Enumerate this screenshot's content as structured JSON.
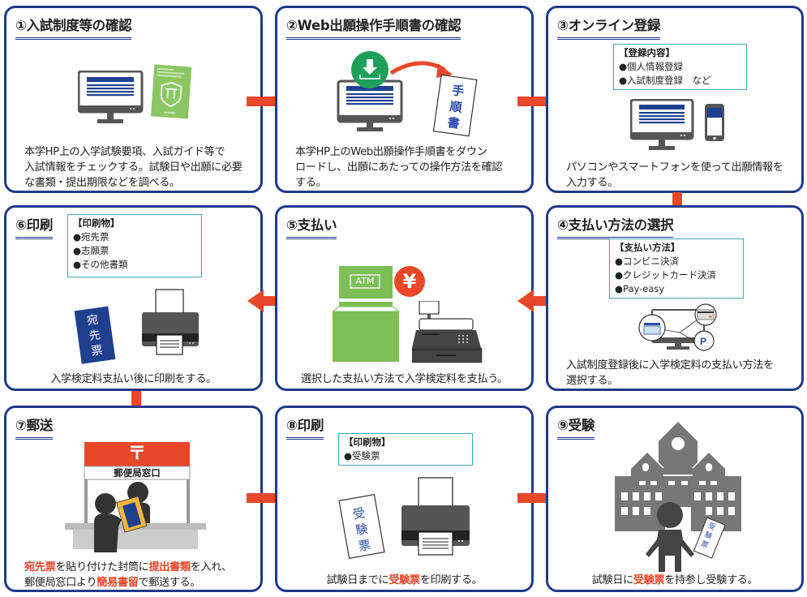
{
  "colors": {
    "border": "#1f3a8a",
    "arrow": "#e8472a",
    "highlight": "#e8472a",
    "infobox_border": "#3fa6b8",
    "screen_blue": "#1f3f8f",
    "device_gray": "#555555",
    "green": "#7dbf55",
    "download_green": "#1fa05a"
  },
  "steps": [
    {
      "number": "①",
      "title": "①入試制度等の確認",
      "description": "本学HP上の入学試験要項、入試ガイド等で入試情報をチェックする。試験日や出願に必要な書類・提出期限などを調べる。",
      "desc_lines": [
        "本学HP上の入学試験要項、入試ガイド等で",
        "入試情報をチェックする。試験日や出願に必要",
        "な書類・提出期限などを調べる。"
      ]
    },
    {
      "number": "②",
      "title": "②Web出願操作手順書の確認",
      "desc_lines": [
        "本学HP上のWeb出願操作手順書をダウン",
        "ロードし、出願にあたっての操作方法を確認",
        "する。"
      ],
      "doc_label": [
        "手",
        "順",
        "書"
      ]
    },
    {
      "number": "③",
      "title": "③オンライン登録",
      "infobox": {
        "title": "【登録内容】",
        "items": [
          "●個人情報登録",
          "●入試制度登録　など"
        ]
      },
      "desc_lines": [
        "パソコンやスマートフォンを使って出願情報を",
        "入力する。"
      ]
    },
    {
      "number": "④",
      "title": "④支払い方法の選択",
      "infobox": {
        "title": "【支払い方法】",
        "items": [
          "●コンビニ決済",
          "●クレジットカード決済",
          "●Pay-easy"
        ]
      },
      "desc_lines": [
        "入試制度登録後に入学検定料の支払い方法を",
        "選択する。"
      ]
    },
    {
      "number": "⑤",
      "title": "⑤支払い",
      "atm_label": "ATM",
      "yen_symbol": "¥",
      "desc_lines": [
        "選択した支払い方法で入学検定料を支払う。"
      ]
    },
    {
      "number": "⑥",
      "title": "⑥印刷",
      "infobox": {
        "title": "【印刷物】",
        "items": [
          "●宛先票",
          "●志願票",
          "●その他書類"
        ]
      },
      "doc_label": [
        "宛",
        "先",
        "票"
      ],
      "desc_lines": [
        "入学検定料支払い後に印刷をする。"
      ]
    },
    {
      "number": "⑦",
      "title": "⑦郵送",
      "post_mark": "〒",
      "post_window_label": "郵便局窓口",
      "desc_segments_line1": [
        {
          "text": "宛先票",
          "highlight": true
        },
        {
          "text": "を貼り付けた封筒に",
          "highlight": false
        },
        {
          "text": "提出書類",
          "highlight": true
        },
        {
          "text": "を入れ、",
          "highlight": false
        }
      ],
      "desc_segments_line2": [
        {
          "text": "郵便局窓口より",
          "highlight": false
        },
        {
          "text": "簡易書留",
          "highlight": true
        },
        {
          "text": "で郵送する。",
          "highlight": false
        }
      ]
    },
    {
      "number": "⑧",
      "title": "⑧印刷",
      "infobox": {
        "title": "【印刷物】",
        "items": [
          "●受験票"
        ]
      },
      "doc_label": [
        "受",
        "験",
        "票"
      ],
      "desc_segments": [
        {
          "text": "試験日までに",
          "highlight": false
        },
        {
          "text": "受験票",
          "highlight": true
        },
        {
          "text": "を印刷する。",
          "highlight": false
        }
      ]
    },
    {
      "number": "⑨",
      "title": "⑨受験",
      "doc_label": [
        "受",
        "験",
        "票"
      ],
      "desc_segments": [
        {
          "text": "試験日に",
          "highlight": false
        },
        {
          "text": "受験票",
          "highlight": true
        },
        {
          "text": "を持参し受験する。",
          "highlight": false
        }
      ]
    }
  ],
  "flow_arrows": [
    {
      "from": 1,
      "to": 2,
      "direction": "right"
    },
    {
      "from": 2,
      "to": 3,
      "direction": "right"
    },
    {
      "from": 3,
      "to": 4,
      "direction": "down"
    },
    {
      "from": 4,
      "to": 5,
      "direction": "left"
    },
    {
      "from": 5,
      "to": 6,
      "direction": "left"
    },
    {
      "from": 6,
      "to": 7,
      "direction": "down"
    },
    {
      "from": 7,
      "to": 8,
      "direction": "right"
    },
    {
      "from": 8,
      "to": 9,
      "direction": "right"
    }
  ]
}
